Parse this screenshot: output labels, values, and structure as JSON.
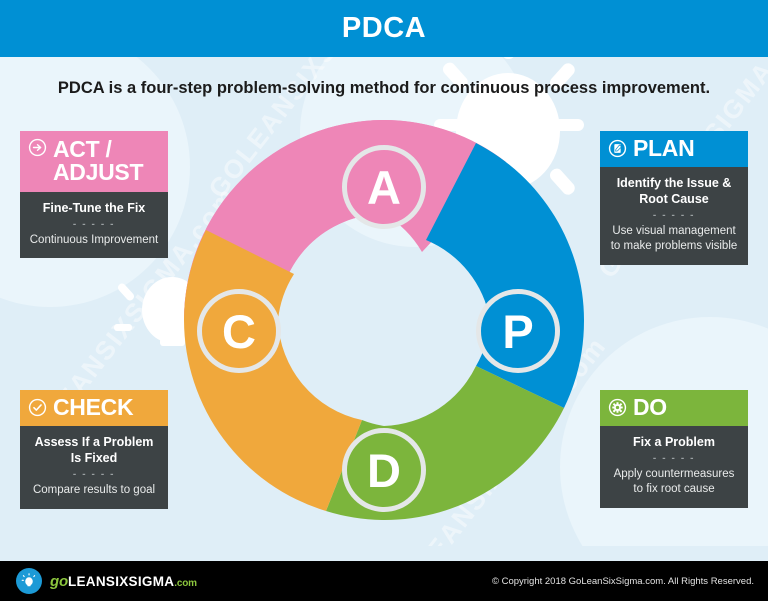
{
  "header": {
    "title": "PDCA",
    "bar_color": "#0090d4"
  },
  "subtitle": "PDCA is a four-step problem-solving method for continuous process improvement.",
  "background": {
    "watermarks": [
      "GOLEANSIXSIGMA.com",
      "GOLEANSIXSIGMA.com",
      "GOLEANSIXSIGMA.com",
      "GOLEANSIXSIGMA.com"
    ],
    "lightbulb_icon": "lightbulb-icon"
  },
  "diagram": {
    "type": "cycle-ring",
    "segments": [
      {
        "key": "A",
        "letter": "A",
        "color": "#ee86b7",
        "position": "top",
        "stage": "Act / Adjust"
      },
      {
        "key": "P",
        "letter": "P",
        "color": "#0090d4",
        "position": "right",
        "stage": "Plan"
      },
      {
        "key": "D",
        "letter": "D",
        "color": "#7cb53c",
        "position": "bottom",
        "stage": "Do"
      },
      {
        "key": "C",
        "letter": "C",
        "color": "#f0a83c",
        "position": "left",
        "stage": "Check"
      }
    ],
    "ring_inner_color": "#dceef7",
    "badge_border_color": "#e4e7e8"
  },
  "cards": {
    "act": {
      "icon": "arrow-right-circle-icon",
      "label": "ACT /\nADJUST",
      "label_line1": "ACT /",
      "label_line2": "ADJUST",
      "head_color": "#ee86b7",
      "body_heading": "Fine-Tune the Fix",
      "divider": "- - - - -",
      "body_sub": "Continuous Improvement"
    },
    "plan": {
      "icon": "clipboard-pencil-circle-icon",
      "label": "PLAN",
      "head_color": "#0090d4",
      "body_heading": "Identify the Issue & Root Cause",
      "divider": "- - - - -",
      "body_sub": "Use visual management to make problems visible"
    },
    "check": {
      "icon": "check-circle-icon",
      "label": "CHECK",
      "head_color": "#f0a83c",
      "body_heading": "Assess If a Problem Is Fixed",
      "divider": "- - - - -",
      "body_sub": "Compare results to goal"
    },
    "do": {
      "icon": "gear-circle-icon",
      "label": "DO",
      "head_color": "#7cb53c",
      "body_heading": "Fix a Problem",
      "divider": "- - - - -",
      "body_sub": "Apply countermeasures to fix root cause"
    }
  },
  "footer": {
    "logo_icon": "lightbulb-icon",
    "logo_go": "go",
    "logo_main": "LEANSIXSIGMA",
    "logo_com": ".com",
    "copyright": "© Copyright 2018 GoLeanSixSigma.com. All Rights Reserved."
  }
}
